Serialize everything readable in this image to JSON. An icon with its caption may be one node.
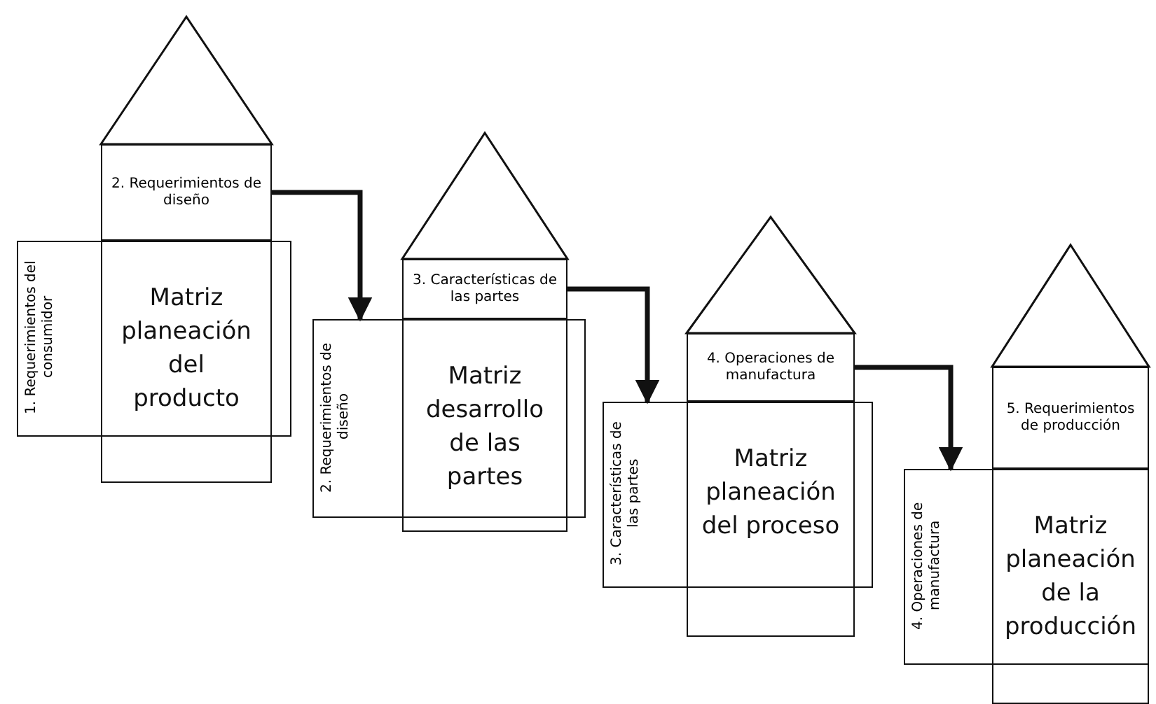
{
  "diagram": {
    "nodes": [
      {
        "text": [],
        "shape": "triangle"
      },
      {
        "text": [
          "2. Requerimientos de diseño"
        ]
      },
      {
        "text": [
          "1. Requerimientos del consumidor"
        ]
      },
      {
        "text": [
          "Matriz planeación del producto"
        ]
      },
      {
        "text": [],
        "shape": "triangle"
      },
      {
        "text": [
          "3. Características de las partes"
        ]
      },
      {
        "text": [
          "2. Requerimientos de diseño"
        ]
      },
      {
        "text": [
          "Matriz desarrollo de las partes"
        ]
      },
      {
        "text": [],
        "shape": "triangle"
      },
      {
        "text": [
          "4. Operaciones de manufactura"
        ]
      },
      {
        "text": [
          "3. Características de las partes"
        ]
      },
      {
        "text": [
          "Matriz planeación del proceso"
        ]
      },
      {
        "text": [],
        "shape": "triangle"
      },
      {
        "text": [
          "5. Requerimientos de producción"
        ]
      },
      {
        "text": [
          "4. Operaciones de manufactura"
        ]
      },
      {
        "text": [
          "Matriz planeación de la producción"
        ]
      }
    ],
    "edges": [
      {
        "from": 1,
        "to": 6,
        "arrow": "to"
      },
      {
        "from": 5,
        "to": 10,
        "arrow": "to"
      },
      {
        "from": 9,
        "to": 14,
        "arrow": "to"
      }
    ]
  }
}
